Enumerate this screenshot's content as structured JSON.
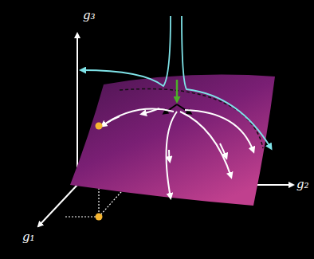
{
  "diagram": {
    "labels": [
      "g₃",
      "g₂",
      "g₁"
    ]
  }
}
